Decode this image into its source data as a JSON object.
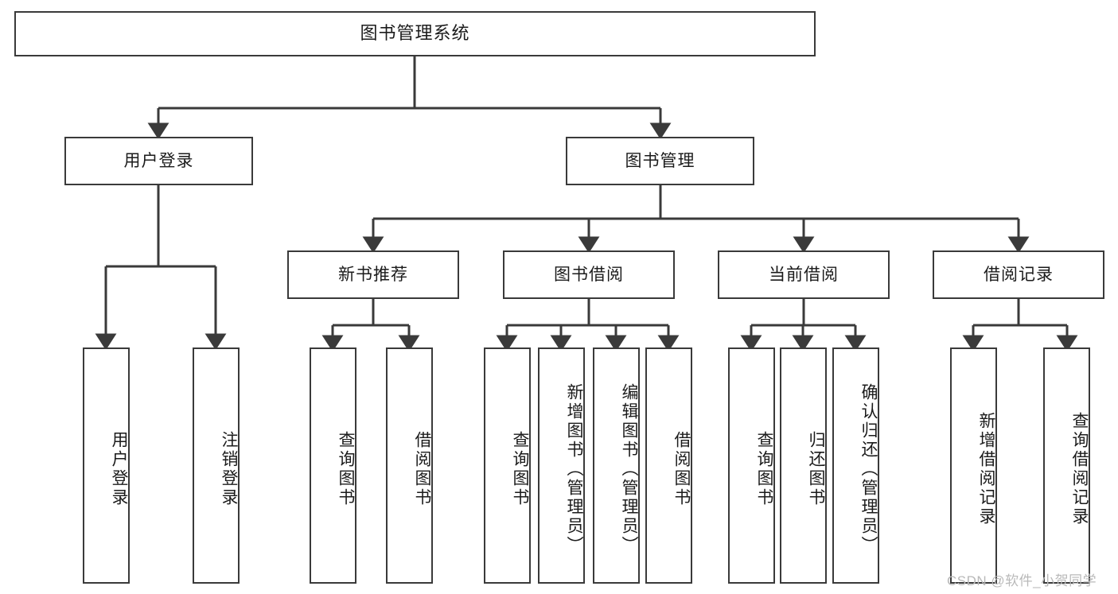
{
  "diagram": {
    "title": "图书管理系统",
    "type": "tree-hierarchy-diagram",
    "stroke_color": "#3a3a3a",
    "fill_color": "#ffffff",
    "text_color": "#1b1b1b"
  },
  "root": {
    "label": "图书管理系统"
  },
  "level2": [
    {
      "label": "用户登录"
    },
    {
      "label": "图书管理"
    }
  ],
  "level3": [
    {
      "label": "新书推荐"
    },
    {
      "label": "图书借阅"
    },
    {
      "label": "当前借阅"
    },
    {
      "label": "借阅记录"
    }
  ],
  "leaves": {
    "user_login": [
      {
        "label": "用户登录"
      },
      {
        "label": "注销登录"
      }
    ],
    "new_book_recommend": [
      {
        "label": "查询图书"
      },
      {
        "label": "借阅图书"
      }
    ],
    "book_borrow": [
      {
        "label": "查询图书"
      },
      {
        "label": "新增图书（管理员）"
      },
      {
        "label": "编辑图书（管理员）"
      },
      {
        "label": "借阅图书"
      }
    ],
    "current_borrow": [
      {
        "label": "查询图书"
      },
      {
        "label": "归还图书"
      },
      {
        "label": "确认归还（管理员）"
      }
    ],
    "borrow_record": [
      {
        "label": "新增借阅记录"
      },
      {
        "label": "查询借阅记录"
      }
    ]
  },
  "watermark": {
    "text": "CSDN @软件_小贺同学"
  }
}
